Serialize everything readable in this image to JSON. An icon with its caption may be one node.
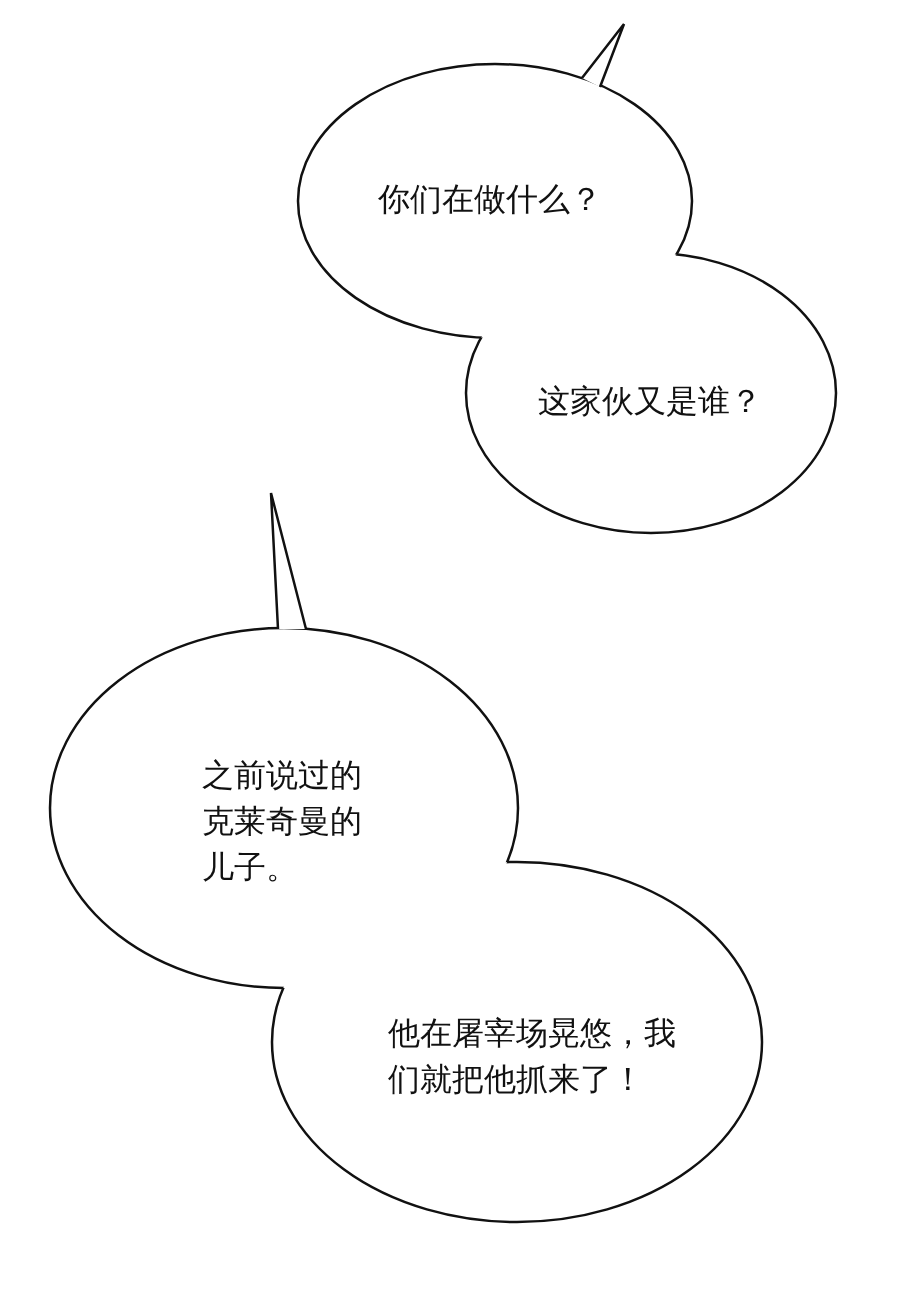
{
  "diagram": {
    "nodes": [
      {
        "text": [
          "你们在做什么？"
        ]
      },
      {
        "text": [
          "这家伙又是谁？"
        ]
      },
      {
        "text": [
          "之前说过的克莱奇曼的儿子。"
        ]
      },
      {
        "text": [
          "他在屠宰场晃悠，我们就把他抓来了！"
        ]
      }
    ]
  }
}
